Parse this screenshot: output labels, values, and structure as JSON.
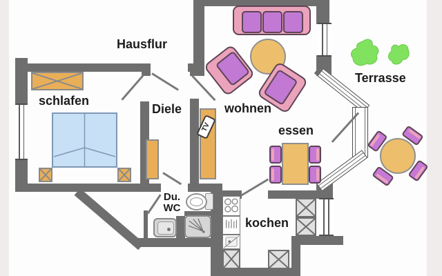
{
  "plan_title": "apartment-floor-plan",
  "rooms": {
    "hausflur": "Hausflur",
    "schlafen": "schlafen",
    "diele": "Diele",
    "wohnen": "wohnen",
    "essen": "essen",
    "terrasse": "Terrasse",
    "kochen": "kochen",
    "bad_du": "Du.",
    "bad_wc": "WC"
  },
  "furniture": {
    "tv": "TV"
  },
  "colors": {
    "wall": "#6e6e6e",
    "wood_furniture": "#e9af58",
    "bed_blue": "#c8e0f6",
    "bed_border": "#7e98b4",
    "sofa_pink": "#eba3bb",
    "sofa_purple": "#c179d3",
    "sofa_outline": "#5d4456",
    "table_wood": "#edbf6c",
    "plant_green": "#80e25e",
    "appliance_gray": "#d6d6d6",
    "cabinet_gray": "#e0e0e0",
    "text": "#1c1c1c",
    "photo_edge": "#efeceb"
  }
}
